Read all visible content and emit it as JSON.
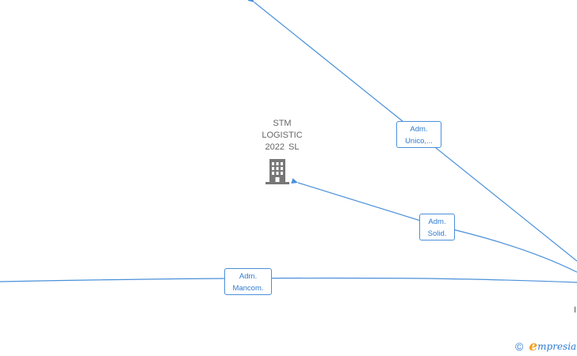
{
  "company": {
    "lines": [
      "STM",
      "LOGISTIC",
      "2022  SL"
    ],
    "icon": "building-icon"
  },
  "relations": [
    {
      "lines": [
        "Adm.",
        "Unico,..."
      ]
    },
    {
      "lines": [
        "Adm.",
        "Solid."
      ]
    },
    {
      "lines": [
        "Adm.",
        "Mancom."
      ]
    }
  ],
  "edge_mark": "I",
  "footer": {
    "copyright_symbol": "©",
    "brand_initial": "e",
    "brand_rest": "mpresia"
  },
  "colors": {
    "edge": "#4a90d9",
    "label_text": "#2f7bd1",
    "company_text": "#666666",
    "icon": "#777777",
    "brand_accent": "#f0a020"
  }
}
